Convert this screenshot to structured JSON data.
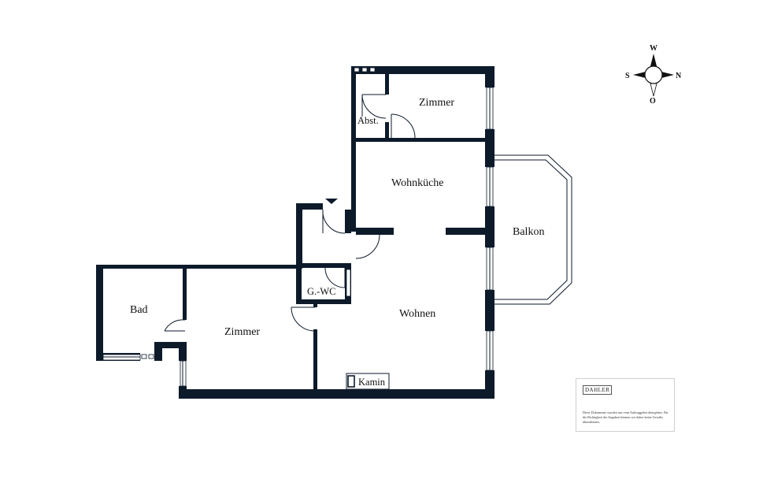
{
  "rooms": {
    "zimmer_top": "Zimmer",
    "abst": "Abst.",
    "wohnkueche": "Wohnküche",
    "balkon": "Balkon",
    "bad": "Bad",
    "zimmer_left": "Zimmer",
    "gwc": "G.-WC",
    "wohnen": "Wohnen",
    "kamin": "Kamin"
  },
  "compass": {
    "north": "N",
    "south": "S",
    "west": "W",
    "east": "O"
  },
  "disclaimer": {
    "brand": "DAHLER",
    "text": "Diese Dokumente wurden uns vom Auftraggeber übergeben. Für die Richtigkeit der Angaben können wir daher keine Gewähr übernehmen."
  },
  "colors": {
    "wall": "#0c1a2a",
    "background": "#ffffff"
  }
}
